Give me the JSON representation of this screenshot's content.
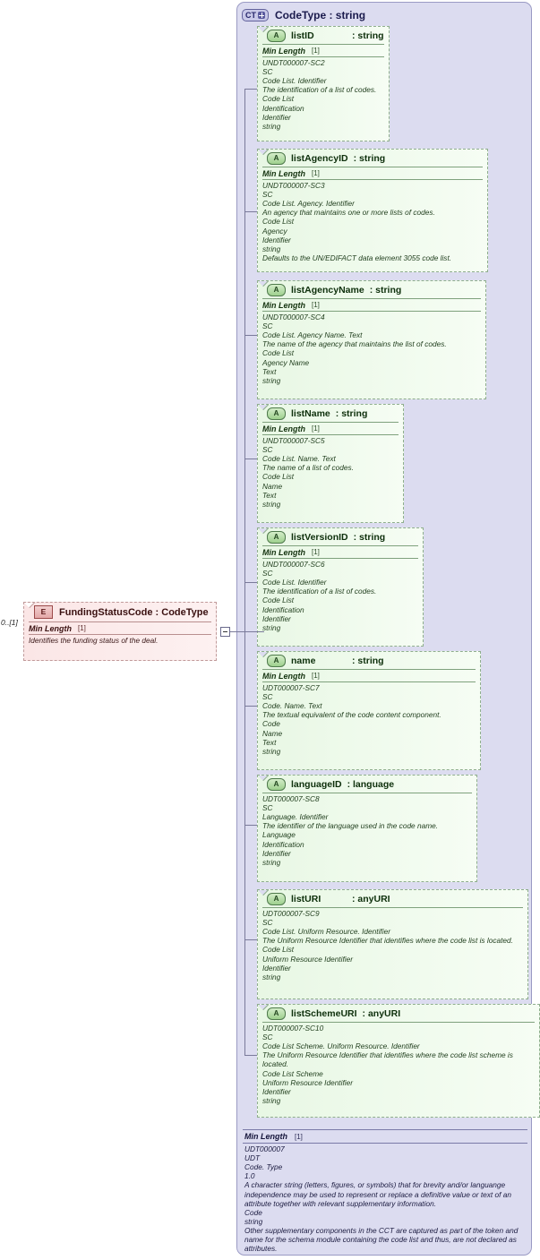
{
  "diagram": {
    "type": "xsd-schema-diagram",
    "complex_type": {
      "icon": "complextype-expand-icon",
      "icon_text": "CT",
      "title": "CodeType : string",
      "footer": {
        "facet_label": "Min Length",
        "facet_cardinality": "[1]",
        "annotation": [
          "UDT000007",
          "UDT",
          "Code. Type",
          "1.0",
          "A character string (letters, figures, or symbols) that for brevity and/or languange independence may be used to represent or replace a definitive value or text of an attribute together with relevant supplementary information.",
          "Code",
          "string",
          "Other supplementary components in the CCT are captured as part of the token and name for the schema module containing the code list and thus, are not declared as attributes."
        ]
      }
    },
    "element": {
      "icon": "element-icon",
      "icon_text": "E",
      "title": "FundingStatusCode : CodeType",
      "cardinality": "0..[1]",
      "facet_label": "Min Length",
      "facet_cardinality": "[1]",
      "annotation": [
        "Identifies the funding status of the deal."
      ]
    },
    "attributes": [
      {
        "icon_text": "A",
        "name": "listID",
        "type": ": string",
        "facet_label": "Min Length",
        "facet_cardinality": "[1]",
        "annotation": [
          "UNDT000007-SC2",
          "SC",
          "Code List. Identifier",
          "The identification of a list of codes.",
          "Code List",
          "Identification",
          "Identifier",
          "string"
        ]
      },
      {
        "icon_text": "A",
        "name": "listAgencyID",
        "type": ": string",
        "facet_label": "Min Length",
        "facet_cardinality": "[1]",
        "annotation": [
          "UNDT000007-SC3",
          "SC",
          "Code List. Agency. Identifier",
          "An agency that maintains one or more lists of codes.",
          "Code List",
          "Agency",
          "Identifier",
          "string",
          "Defaults to the UN/EDIFACT data element 3055 code list."
        ]
      },
      {
        "icon_text": "A",
        "name": "listAgencyName",
        "type": ": string",
        "facet_label": "Min Length",
        "facet_cardinality": "[1]",
        "annotation": [
          "UNDT000007-SC4",
          "SC",
          "Code List. Agency Name. Text",
          "The name of the agency that maintains the list of codes.",
          "Code List",
          "Agency Name",
          "Text",
          "string"
        ]
      },
      {
        "icon_text": "A",
        "name": "listName",
        "type": ": string",
        "facet_label": "Min Length",
        "facet_cardinality": "[1]",
        "annotation": [
          "UNDT000007-SC5",
          "SC",
          "Code List. Name. Text",
          "The name of a list of codes.",
          "Code List",
          "Name",
          "Text",
          "string"
        ]
      },
      {
        "icon_text": "A",
        "name": "listVersionID",
        "type": ": string",
        "facet_label": "Min Length",
        "facet_cardinality": "[1]",
        "annotation": [
          "UNDT000007-SC6",
          "SC",
          "Code List. Identifier",
          "The identification of a list of codes.",
          "Code List",
          "Identification",
          "Identifier",
          "string"
        ]
      },
      {
        "icon_text": "A",
        "name": "name",
        "type": ": string",
        "facet_label": "Min Length",
        "facet_cardinality": "[1]",
        "annotation": [
          "UDT000007-SC7",
          "SC",
          "Code. Name. Text",
          "The textual equivalent of the code content component.",
          "Code",
          "Name",
          "Text",
          "string"
        ]
      },
      {
        "icon_text": "A",
        "name": "languageID",
        "type": ": language",
        "facet_label": "",
        "facet_cardinality": "",
        "annotation": [
          "UDT000007-SC8",
          "SC",
          "Language. Identifier",
          "The identifier of the language used in the code name.",
          "Language",
          "Identification",
          "Identifier",
          "string"
        ]
      },
      {
        "icon_text": "A",
        "name": "listURI",
        "type": ": anyURI",
        "facet_label": "",
        "facet_cardinality": "",
        "annotation": [
          "UDT000007-SC9",
          "SC",
          "Code List. Uniform Resource. Identifier",
          "The Uniform Resource Identifier that identifies where the code list is located.",
          "Code List",
          "Uniform Resource Identifier",
          "Identifier",
          "string"
        ]
      },
      {
        "icon_text": "A",
        "name": "listSchemeURI",
        "type": ": anyURI",
        "facet_label": "",
        "facet_cardinality": "",
        "annotation": [
          "UDT000007-SC10",
          "SC",
          "Code List Scheme. Uniform Resource. Identifier",
          "The Uniform Resource Identifier that identifies where the code list scheme is located.",
          "Code List Scheme",
          "Uniform Resource Identifier",
          "Identifier",
          "string"
        ]
      }
    ],
    "colors": {
      "complex_type_bg": "#dcdcf0",
      "attribute_bg": "#eefaeb",
      "element_bg": "#fbe6e6",
      "connector": "#7a7a9a"
    }
  }
}
